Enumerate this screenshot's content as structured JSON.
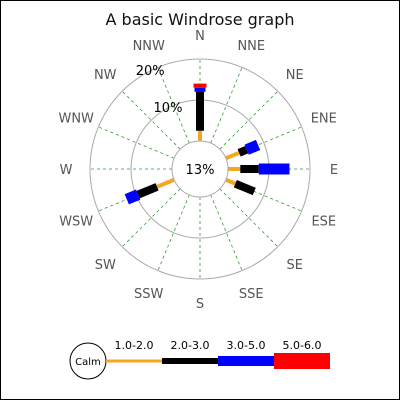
{
  "chart_data": {
    "type": "windrose",
    "title": "A basic Windrose graph",
    "directions": [
      "N",
      "NNE",
      "NE",
      "ENE",
      "E",
      "ESE",
      "SE",
      "SSE",
      "S",
      "SSW",
      "SW",
      "WSW",
      "W",
      "WNW",
      "NW",
      "NNW"
    ],
    "ring_labels": [
      "10%",
      "20%"
    ],
    "calm": {
      "label": "Calm",
      "value": "13%"
    },
    "bins": [
      {
        "label": "1.0-2.0",
        "color": "#f5a623"
      },
      {
        "label": "2.0-3.0",
        "color": "#000000"
      },
      {
        "label": "3.0-5.0",
        "color": "#0000ff"
      },
      {
        "label": "5.0-6.0",
        "color": "#ff0000"
      }
    ],
    "data": [
      {
        "direction": "N",
        "values": [
          2.5,
          9.5,
          1.0,
          1.0
        ]
      },
      {
        "direction": "ENE",
        "values": [
          3.5,
          2.0,
          3.0,
          0
        ]
      },
      {
        "direction": "E",
        "values": [
          3.0,
          4.5,
          7.5,
          0
        ]
      },
      {
        "direction": "ESE",
        "values": [
          2.5,
          5.0,
          0,
          0
        ]
      },
      {
        "direction": "WSW",
        "values": [
          4.5,
          5.0,
          3.0,
          0
        ]
      }
    ],
    "grid": true
  }
}
